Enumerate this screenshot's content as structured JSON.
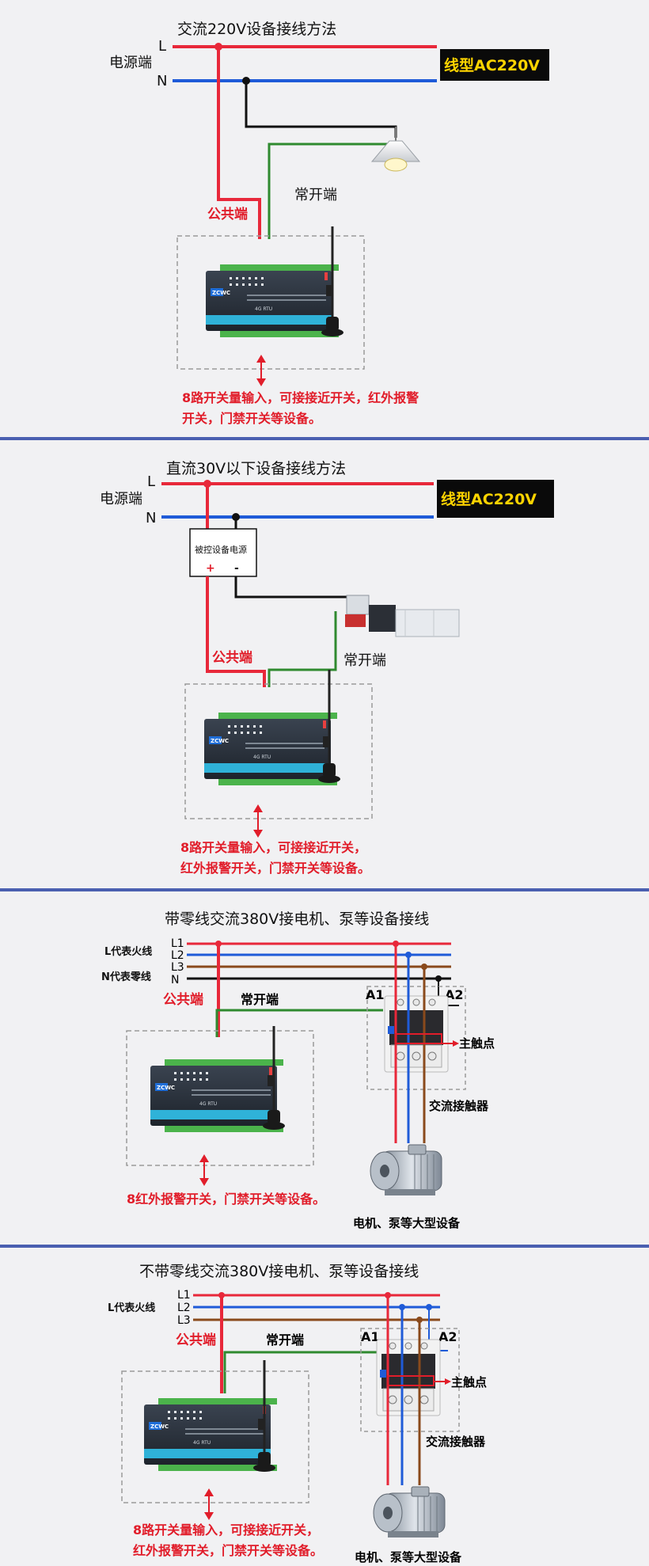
{
  "sections": [
    {
      "title": "交流220V设备接线方法",
      "power_label": "电源端",
      "line_L": "L",
      "line_N": "N",
      "badge": "线型AC220V",
      "common_label": "公共端",
      "no_label": "常开端",
      "note_line1": "8路开关量输入，可接接近开关，红外报警",
      "note_line2": "开关，门禁开关等设备。"
    },
    {
      "title": "直流30V以下设备接线方法",
      "power_label": "电源端",
      "line_L": "L",
      "line_N": "N",
      "badge": "线型AC220V",
      "psu_label": "被控设备电源",
      "psu_plus": "+",
      "psu_minus": "-",
      "common_label": "公共端",
      "no_label": "常开端",
      "note_line1": "8路开关量输入，可接接近开关，",
      "note_line2": "红外报警开关，门禁开关等设备。"
    },
    {
      "title": "带零线交流380V接电机、泵等设备接线",
      "l_desc": "L代表火线",
      "n_desc": "N代表零线",
      "line_L1": "L1",
      "line_L2": "L2",
      "line_L3": "L3",
      "line_N": "N",
      "common_label": "公共端",
      "no_label": "常开端",
      "a1": "A1",
      "a2": "A2",
      "main_contact": "主触点",
      "contactor": "交流接触器",
      "motor": "电机、泵等大型设备",
      "note_line1": "8红外报警开关，门禁开关等设备。"
    },
    {
      "title": "不带零线交流380V接电机、泵等设备接线",
      "l_desc": "L代表火线",
      "line_L1": "L1",
      "line_L2": "L2",
      "line_L3": "L3",
      "common_label": "公共端",
      "no_label": "常开端",
      "a1": "A1",
      "a2": "A2",
      "main_contact": "主触点",
      "contactor": "交流接触器",
      "motor": "电机、泵等大型设备",
      "note_line1": "8路开关量输入，可接接近开关，",
      "note_line2": "红外报警开关，门禁开关等设备。"
    }
  ],
  "device": {
    "logo": "ZCWC",
    "model": "4G RTU"
  },
  "colors": {
    "red_wire": "#e8283a",
    "blue_wire": "#1f5bd8",
    "black_wire": "#111111",
    "green_wire": "#2f8a2f",
    "brown_wire": "#8a4a1c",
    "badge_bg": "#0a0a0a",
    "badge_fg": "#ffd400",
    "separator": "#4a5fb0",
    "note_red": "#e11d2a"
  }
}
